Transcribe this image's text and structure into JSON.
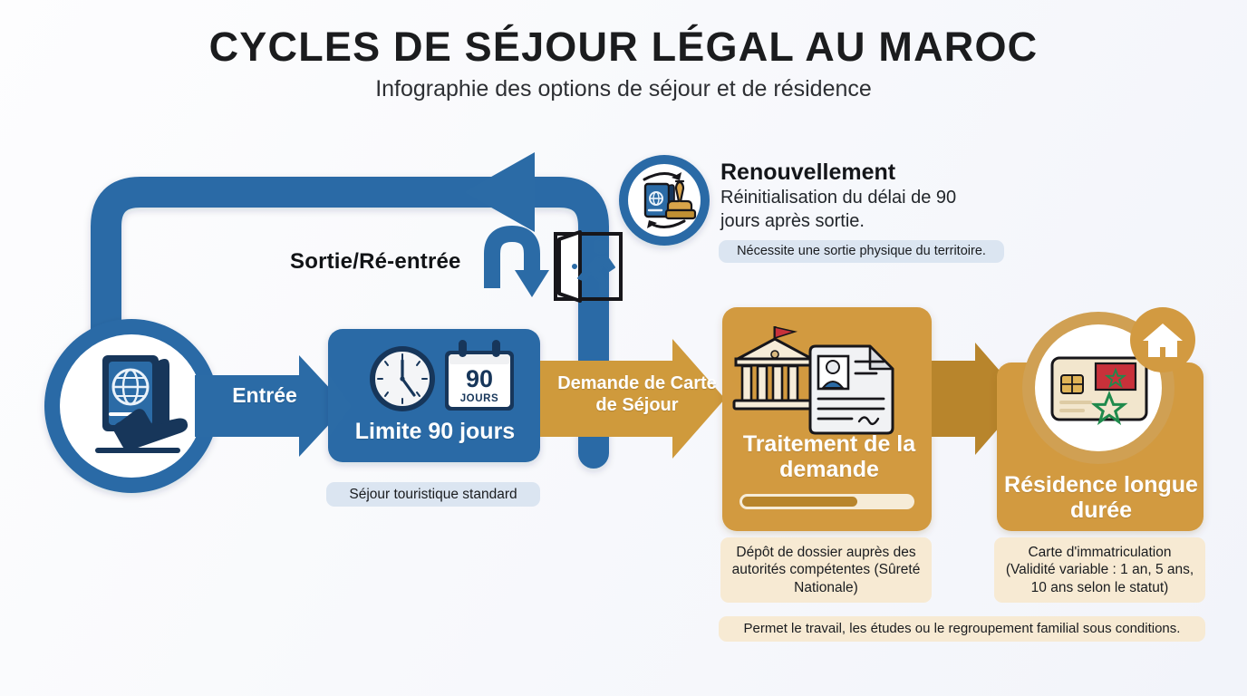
{
  "header": {
    "title": "CYCLES DE SÉJOUR LÉGAL AU MAROC",
    "subtitle": "Infographie des options de séjour et de résidence"
  },
  "palette": {
    "blue": "#2b6ba6",
    "blue_dark": "#1f527f",
    "blue_deep": "#17365a",
    "gold": "#d29a41",
    "gold_dark": "#b8852c",
    "cream": "#f7ead3",
    "pill_blue": "#dbe5f1",
    "text_dark": "#14161a",
    "white": "#ffffff",
    "flag_red": "#c8313a",
    "flag_green": "#1f8a4c"
  },
  "nodes": {
    "entry": {
      "icon": "passport-airplane-icon",
      "label": ""
    },
    "ninety_days": {
      "label": "Limite 90 jours",
      "badge_number": "90",
      "badge_unit": "JOURS",
      "icons": [
        "clock-icon",
        "calendar-90-days-icon"
      ],
      "caption": "Séjour touristique standard"
    },
    "processing": {
      "label": "Traitement de la demande",
      "icons": [
        "government-building-icon",
        "application-document-icon"
      ],
      "progress_percent": 67,
      "caption": "Dépôt de dossier auprès des autorités compétentes (Sûreté Nationale)"
    },
    "residence": {
      "label": "Résidence longue durée",
      "icons": [
        "id-card-morocco-icon",
        "house-icon"
      ],
      "caption": "Carte d'immatriculation (Validité variable : 1 an, 5 ans, 10 ans selon le statut)"
    },
    "renewal": {
      "heading": "Renouvellement",
      "body": "Réinitialisation du délai de 90 jours après sortie.",
      "icon": "passport-stamp-refresh-icon",
      "caption": "Nécessite une sortie physique du territoire."
    }
  },
  "arrows": {
    "entry": "Entrée",
    "application": "Demande de Carte de Séjour",
    "exit_reentry": "Sortie/Ré-entrée",
    "exit_icons": [
      "u-turn-arrow-icon",
      "exit-door-running-person-icon"
    ]
  },
  "footer": {
    "note": "Permet le travail, les études ou le regroupement familial sous conditions."
  }
}
